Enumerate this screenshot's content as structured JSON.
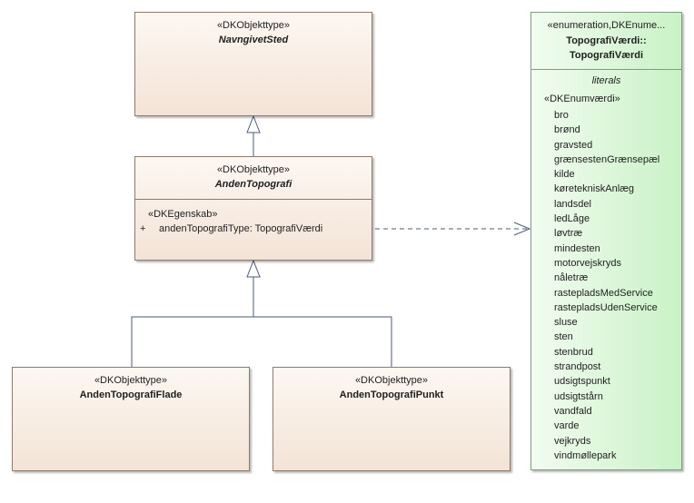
{
  "classes": {
    "navngivet_sted": {
      "stereotype": "«DKObjekttype»",
      "name": "NavngivetSted"
    },
    "anden_topografi": {
      "stereotype": "«DKObjekttype»",
      "name": "AndenTopografi",
      "attr_stereotype": "«DKEgenskab»",
      "attr_visibility": "+",
      "attr": "andenTopografiType: TopografiVærdi"
    },
    "flade": {
      "stereotype": "«DKObjekttype»",
      "name": "AndenTopografiFlade"
    },
    "punkt": {
      "stereotype": "«DKObjekttype»",
      "name": "AndenTopografiPunkt"
    }
  },
  "enumeration": {
    "stereotype": "«enumeration,DKEnume...",
    "name_line1": "TopografiVærdi::",
    "name_line2": "TopografiVærdi",
    "section_label": "literals",
    "literal_stereotype": "«DKEnumværdi»",
    "literals": [
      "bro",
      "brønd",
      "gravsted",
      "grænsestenGrænsepæl",
      "kilde",
      "køretekniskAnlæg",
      "landsdel",
      "ledLåge",
      "løvtræ",
      "mindesten",
      "motorvejskryds",
      "nåletræ",
      "rastepladsMedService",
      "rastepladsUdenService",
      "sluse",
      "sten",
      "stenbrud",
      "strandpost",
      "udsigtspunkt",
      "udsigtstårn",
      "vandfald",
      "varde",
      "vejkryds",
      "vindmøllepark"
    ]
  },
  "colors": {
    "class_fill_top": "#fdf7f2",
    "class_fill_bottom": "#f3e3d6",
    "enum_fill_left": "#f2fcf0",
    "enum_fill_right": "#c9f2c6",
    "connector": "#4a5a7a"
  }
}
